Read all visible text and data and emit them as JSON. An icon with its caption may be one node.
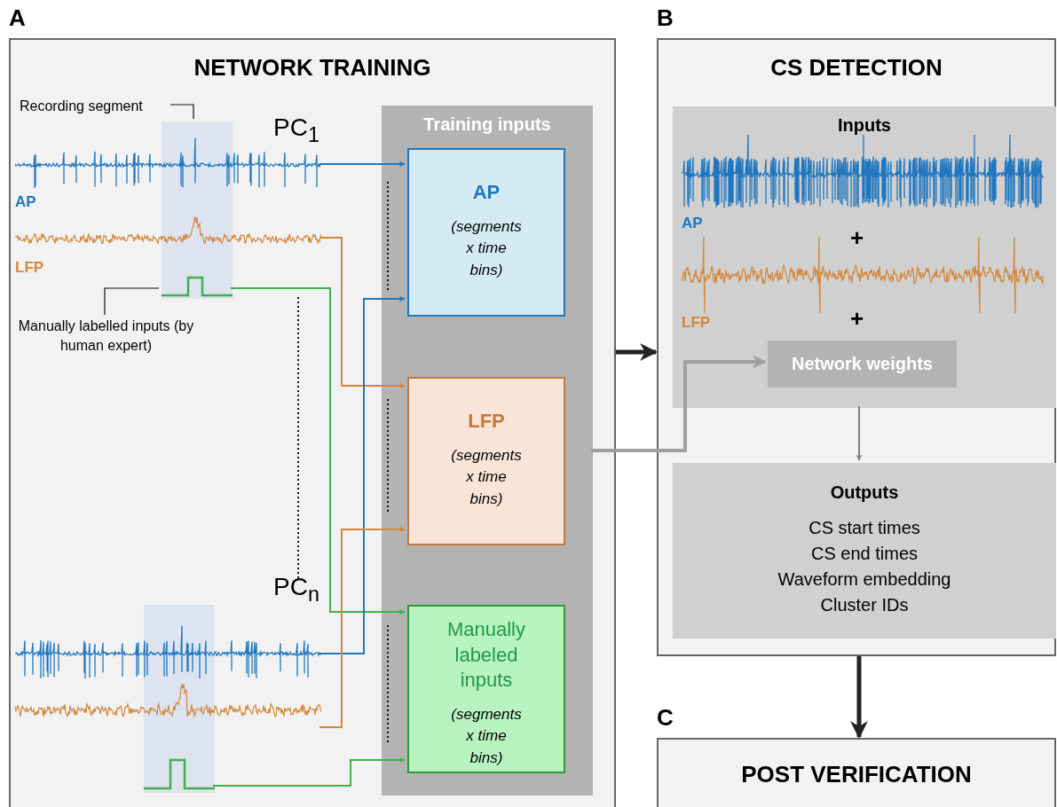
{
  "diagram": {
    "nodes": [
      {
        "text": [
          "NETWORK TRAINING"
        ],
        "beside": [
          "A"
        ]
      },
      {
        "text": [
          "Training inputs"
        ],
        "in": 0
      },
      {
        "text": [
          "AP",
          "(segments x time bins)"
        ],
        "in": 1
      },
      {
        "text": [
          "LFP",
          "(segments x time bins)"
        ],
        "in": 1
      },
      {
        "text": [
          "Manually labeled inputs",
          "(segments x time bins)"
        ],
        "in": 1
      },
      {
        "text": [],
        "shape": "box",
        "in": 0
      },
      {
        "text": [
          "AP"
        ],
        "in": 0
      },
      {
        "text": [
          "LFP"
        ],
        "in": 0
      },
      {
        "text": [],
        "shape": "picture",
        "in": 5
      },
      {
        "text": [
          "Recording segment"
        ],
        "in": 0
      },
      {
        "text": [
          "Manually labelled inputs (by human expert)"
        ],
        "in": 0
      },
      {
        "text": [],
        "shape": "box",
        "in": 0
      },
      {
        "text": [],
        "shape": "picture",
        "in": 0
      },
      {
        "text": [],
        "shape": "picture",
        "in": 0
      },
      {
        "text": [],
        "shape": "picture",
        "in": 11
      },
      {
        "text": [
          "CS DETECTION"
        ],
        "beside": [
          "B"
        ]
      },
      {
        "text": [
          "Inputs"
        ],
        "in": 15
      },
      {
        "text": [
          "AP"
        ],
        "in": 16
      },
      {
        "text": [
          "LFP"
        ],
        "in": 16
      },
      {
        "text": [
          "Network weights"
        ],
        "in": 16
      },
      {
        "text": [
          "Outputs",
          "CS start times",
          "CS end times",
          "Waveform embedding",
          "Cluster IDs"
        ],
        "in": 15
      },
      {
        "text": [
          "POST VERIFICATION"
        ],
        "beside": [
          "C"
        ]
      }
    ],
    "edges": [
      {
        "from": 6,
        "to": 2,
        "arrow": "to",
        "color": "#1f77c0"
      },
      {
        "from": 7,
        "to": 3,
        "arrow": "to",
        "color": "#d4873a"
      },
      {
        "from": 8,
        "to": 4,
        "arrow": "to",
        "color": "#3cb44b"
      },
      {
        "from": 12,
        "to": 2,
        "arrow": "to",
        "color": "#1f77c0"
      },
      {
        "from": 13,
        "to": 3,
        "arrow": "to",
        "color": "#d4873a"
      },
      {
        "from": 14,
        "to": 4,
        "arrow": "to",
        "color": "#3cb44b"
      },
      {
        "from": 9,
        "to": 5,
        "arrow": "none",
        "color": "#111111"
      },
      {
        "from": 10,
        "to": 8,
        "arrow": "none",
        "color": "#111111"
      },
      {
        "from": 0,
        "to": 15,
        "arrow": "to",
        "style": "thick",
        "color": "#222222"
      },
      {
        "from": 1,
        "to": 19,
        "arrow": "to",
        "color": "#a0a0a0",
        "style": "thick"
      },
      {
        "from": 16,
        "to": 20,
        "arrow": "to",
        "color": "#808080"
      },
      {
        "from": 15,
        "to": 21,
        "arrow": "to",
        "style": "thick",
        "color": "#222222"
      }
    ],
    "labels": [
      "PC$_{1}$",
      "+",
      "+",
      "PC$_{n}$"
    ]
  }
}
